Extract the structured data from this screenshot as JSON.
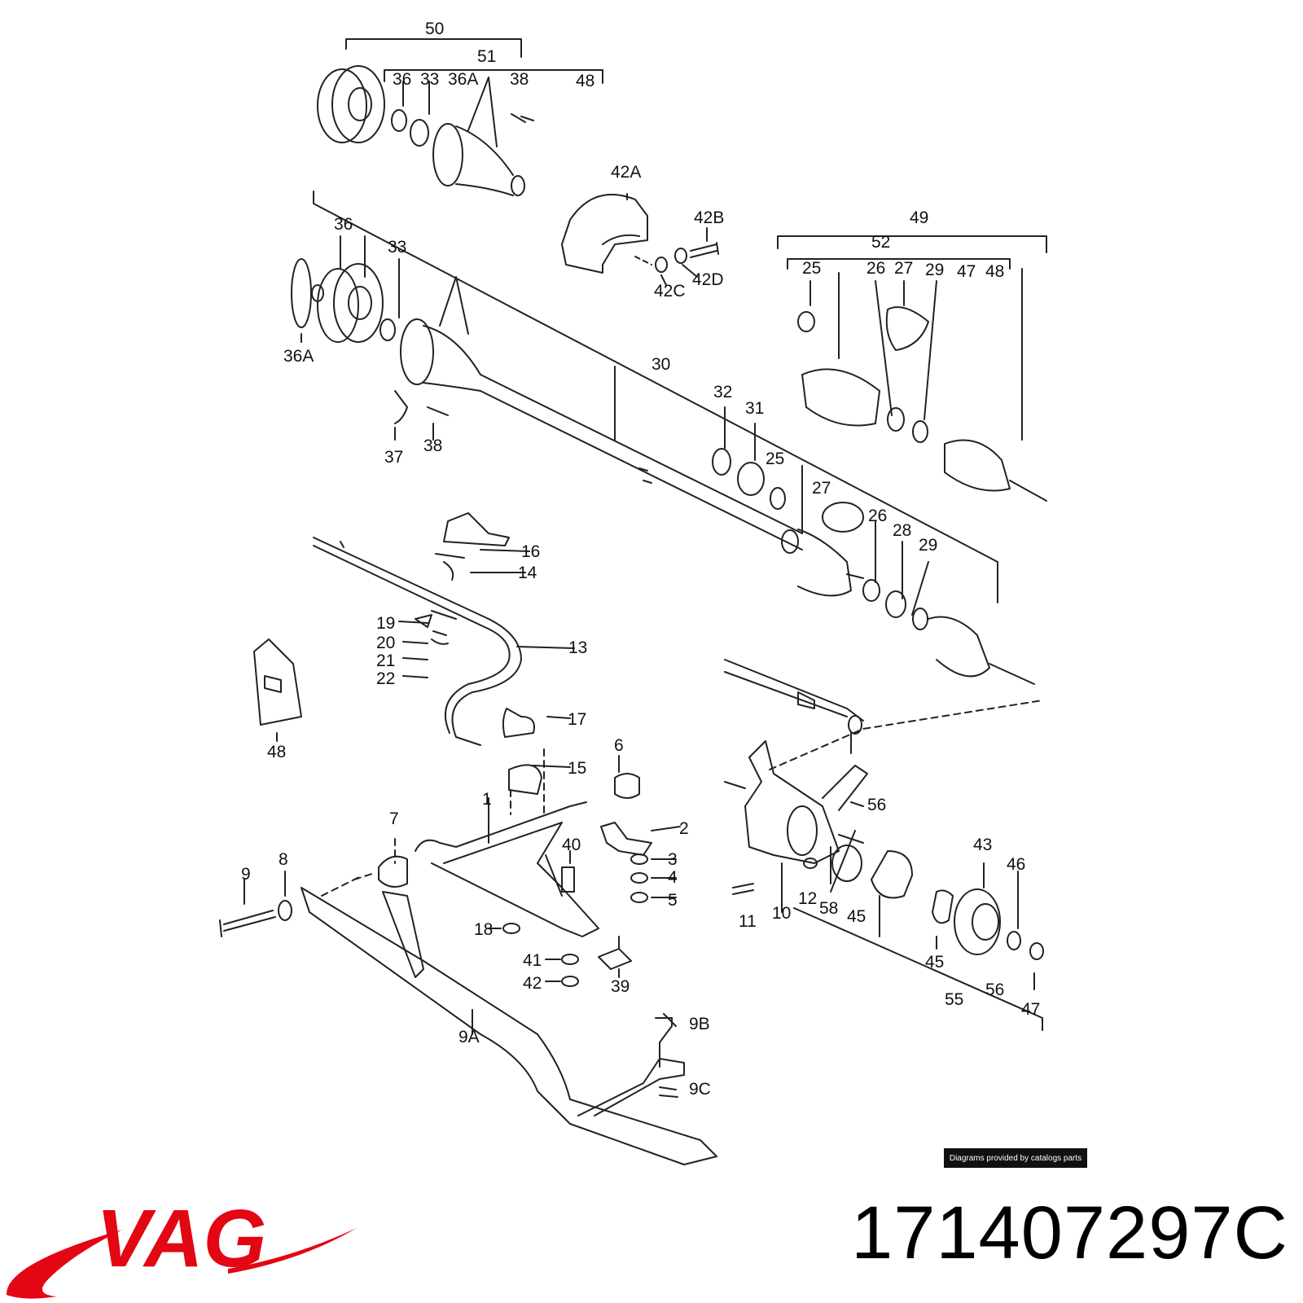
{
  "brand": {
    "name": "VAG",
    "color": "#e30613"
  },
  "part_number": "171407297C",
  "credit": "Diagrams provided by catalogs parts",
  "callouts": [
    "50",
    "51",
    "36",
    "33",
    "36A",
    "38",
    "48",
    "42A",
    "42B",
    "42C",
    "42D",
    "36",
    "33",
    "36A",
    "37",
    "38",
    "49",
    "52",
    "25",
    "26",
    "27",
    "29",
    "47",
    "48",
    "30",
    "32",
    "31",
    "25",
    "27",
    "26",
    "28",
    "29",
    "16",
    "14",
    "19",
    "20",
    "21",
    "22",
    "13",
    "48",
    "17",
    "15",
    "6",
    "1",
    "2",
    "3",
    "4",
    "5",
    "7",
    "8",
    "9",
    "40",
    "18",
    "41",
    "42",
    "39",
    "9A",
    "9B",
    "9C",
    "56",
    "10",
    "11",
    "12",
    "58",
    "45",
    "43",
    "46",
    "45",
    "55",
    "56",
    "47"
  ],
  "icons": [
    "drive-shaft-exploded-drawing",
    "vag-swoosh-logo"
  ]
}
